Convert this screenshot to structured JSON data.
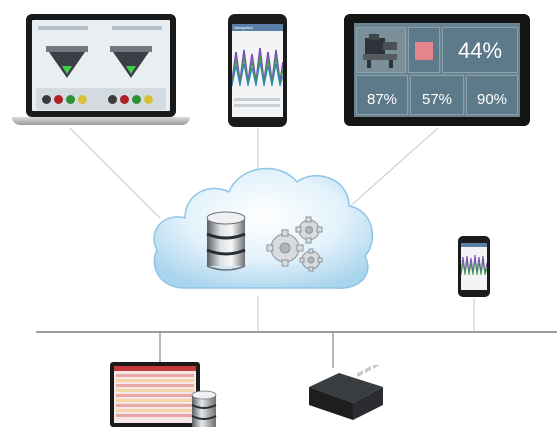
{
  "colors": {
    "cloud_light": "#f2f9fd",
    "cloud_mid": "#bfe0f2",
    "cloud_edge": "#8fc6e6",
    "line": "#c5c9cc",
    "bus": "#9a9ea2",
    "tile_highlight": "#e2868b"
  },
  "laptop": {
    "icon": "laptop-icon"
  },
  "phone": {
    "icon": "smartphone-icon",
    "header_label": "Navigation"
  },
  "tablet": {
    "icon": "tablet-icon",
    "tiles": [
      {
        "value": "44%"
      },
      {
        "value": "87%"
      },
      {
        "value": "57%"
      },
      {
        "value": "90%"
      }
    ]
  },
  "small_phone": {
    "icon": "smartphone-icon"
  },
  "cloud": {
    "icon": "cloud-icon",
    "database_icon": "database-icon",
    "gears_icon": "gears-icon"
  },
  "bottom_devices": {
    "monitor_icon": "monitor-icon",
    "database_icon": "database-icon",
    "gateway_icon": "gateway-box-icon"
  }
}
